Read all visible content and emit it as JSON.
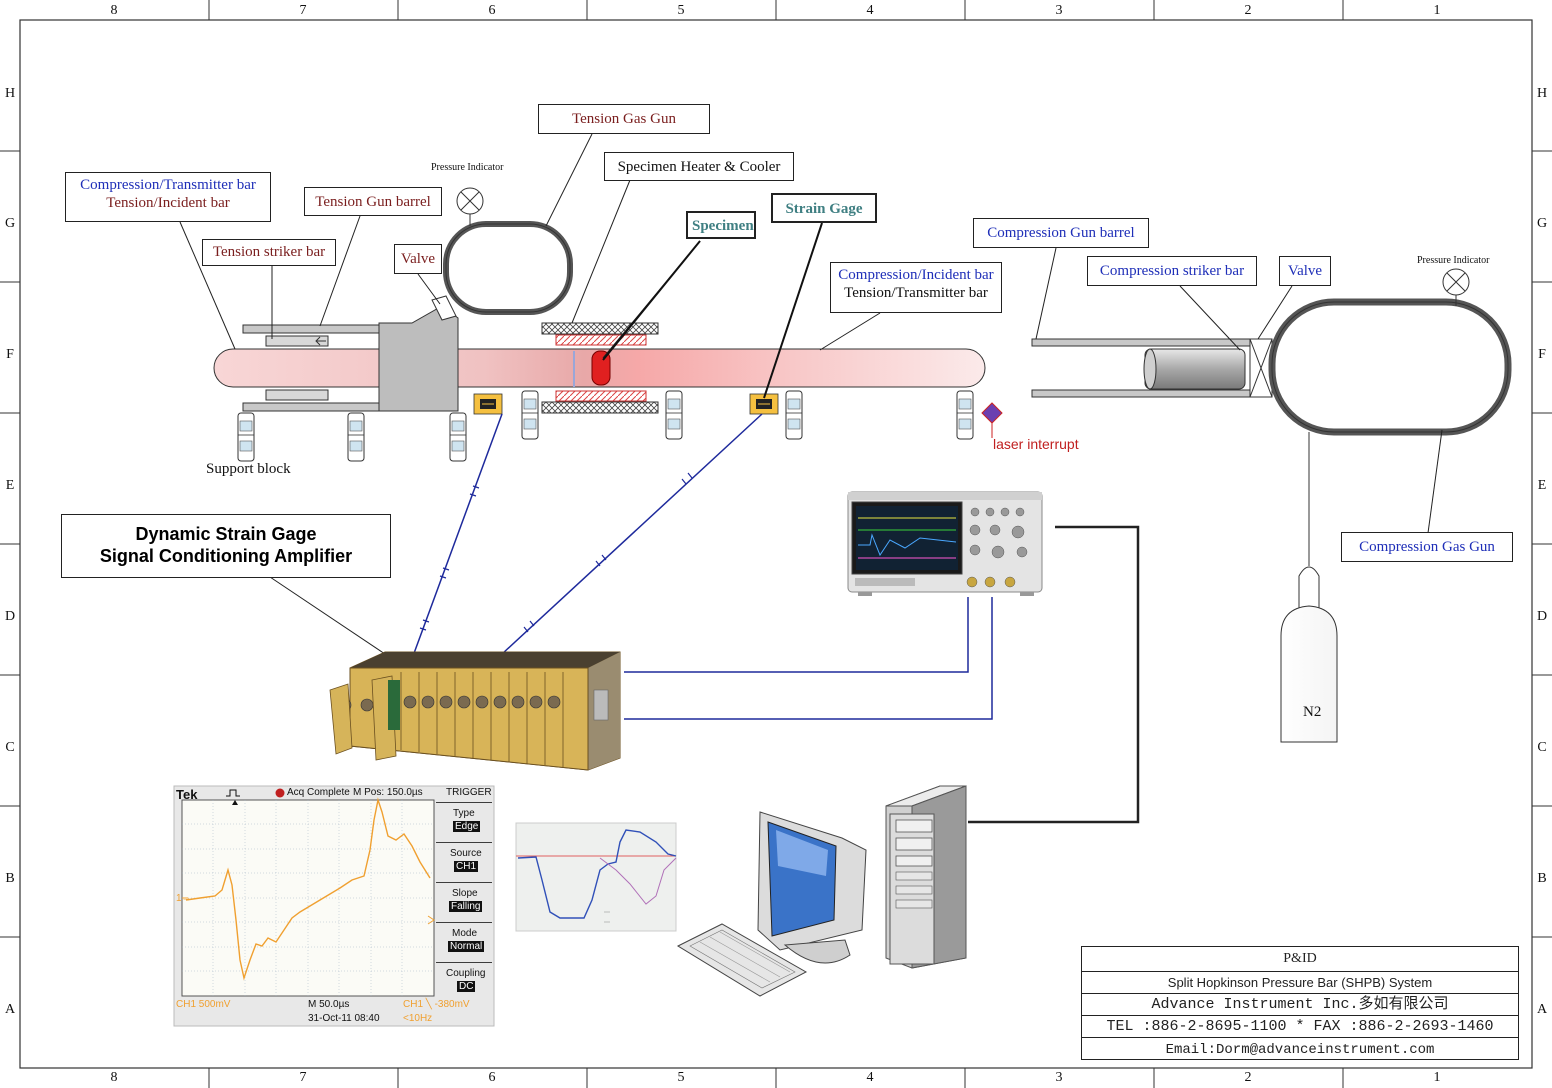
{
  "grid": {
    "columns": [
      "8",
      "7",
      "6",
      "5",
      "4",
      "3",
      "2",
      "1"
    ],
    "rows": [
      "H",
      "G",
      "F",
      "E",
      "D",
      "C",
      "B",
      "A"
    ]
  },
  "labels": {
    "tension_gas_gun": "Tension Gas Gun",
    "pressure_indicator_left": "Pressure Indicator",
    "specimen_heater": "Specimen Heater & Cooler",
    "compression_transmitter_bar": "Compression/Transmitter bar",
    "tension_incident_bar": "Tension/Incident bar",
    "tension_gun_barrel": "Tension Gun barrel",
    "specimen": "Specimen",
    "strain_gage": "Strain Gage",
    "tension_striker_bar": "Tension striker bar",
    "valve_left": "Valve",
    "compression_gun_barrel": "Compression Gun barrel",
    "compression_striker_bar": "Compression striker bar",
    "valve_right": "Valve",
    "pressure_indicator_right": "Pressure Indicator",
    "compression_incident_bar": "Compression/Incident bar",
    "tension_transmitter_bar": "Tension/Transmitter bar",
    "support_block": "Support block",
    "laser_interrupt": "laser interrupt",
    "amplifier_line1": "Dynamic Strain Gage",
    "amplifier_line2": "Signal Conditioning Amplifier",
    "compression_gas_gun": "Compression Gas Gun",
    "n2": "N2"
  },
  "oscilloscope_screen": {
    "brand": "Tek",
    "status": "Acq Complete",
    "mpos": "M Pos: 150.0µs",
    "trigger": "TRIGGER",
    "type_label": "Type",
    "type_value": "Edge",
    "source_label": "Source",
    "source_value": "CH1",
    "slope_label": "Slope",
    "slope_value": "Falling",
    "mode_label": "Mode",
    "mode_value": "Normal",
    "coupling_label": "Coupling",
    "coupling_value": "DC",
    "ch1_scale": "CH1  500mV",
    "timebase": "M 50.0µs",
    "trigger_level": "CH1 ╲ -380mV",
    "date": "31-Oct-11 08:40",
    "freq": "<10Hz",
    "marker": "1→"
  },
  "title_block": {
    "title": "P&ID",
    "system": "Split Hopkinson Pressure Bar (SHPB) System",
    "company": "Advance Instrument Inc.多如有限公司",
    "contact": "TEL :886-2-8695-1100  *  FAX :886-2-2693-1460",
    "email": "Email:Dorm@advanceinstrument.com"
  },
  "colors": {
    "red_label": "#7a1e1e",
    "blue_label": "#1f2fb8",
    "teal_label": "#3f7f82",
    "wire": "#1e2a9c",
    "osc_trace": "#f0a030"
  }
}
